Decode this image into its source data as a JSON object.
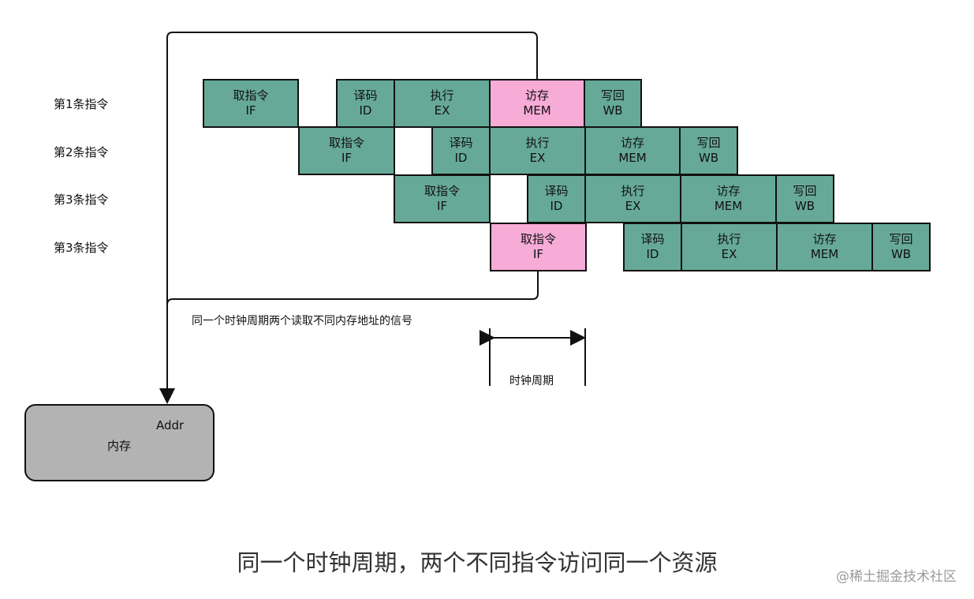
{
  "rows": [
    {
      "label": "第1条指令",
      "stages": [
        {
          "name": "取指令",
          "code": "IF",
          "hot": false
        },
        {
          "name": "译码",
          "code": "ID",
          "hot": false
        },
        {
          "name": "执行",
          "code": "EX",
          "hot": false
        },
        {
          "name": "访存",
          "code": "MEM",
          "hot": true
        },
        {
          "name": "写回",
          "code": "WB",
          "hot": false
        }
      ]
    },
    {
      "label": "第2条指令",
      "stages": [
        {
          "name": "取指令",
          "code": "IF",
          "hot": false
        },
        {
          "name": "译码",
          "code": "ID",
          "hot": false
        },
        {
          "name": "执行",
          "code": "EX",
          "hot": false
        },
        {
          "name": "访存",
          "code": "MEM",
          "hot": false
        },
        {
          "name": "写回",
          "code": "WB",
          "hot": false
        }
      ]
    },
    {
      "label": "第3条指令",
      "stages": [
        {
          "name": "取指令",
          "code": "IF",
          "hot": false
        },
        {
          "name": "译码",
          "code": "ID",
          "hot": false
        },
        {
          "name": "执行",
          "code": "EX",
          "hot": false
        },
        {
          "name": "访存",
          "code": "MEM",
          "hot": false
        },
        {
          "name": "写回",
          "code": "WB",
          "hot": false
        }
      ]
    },
    {
      "label": "第3条指令",
      "stages": [
        {
          "name": "取指令",
          "code": "IF",
          "hot": true
        },
        {
          "name": "译码",
          "code": "ID",
          "hot": false
        },
        {
          "name": "执行",
          "code": "EX",
          "hot": false
        },
        {
          "name": "访存",
          "code": "MEM",
          "hot": false
        },
        {
          "name": "写回",
          "code": "WB",
          "hot": false
        }
      ]
    }
  ],
  "memory": {
    "label": "内存",
    "addr": "Addr"
  },
  "note": "同一个时钟周期两个读取不同内存地址的信号",
  "clock_label": "时钟周期",
  "caption": "同一个时钟周期，两个不同指令访问同一个资源",
  "watermark": "@稀土掘金技术社区",
  "colors": {
    "stage": "#66a998",
    "conflict": "#f7abd7",
    "memory": "#b3b3b3"
  }
}
